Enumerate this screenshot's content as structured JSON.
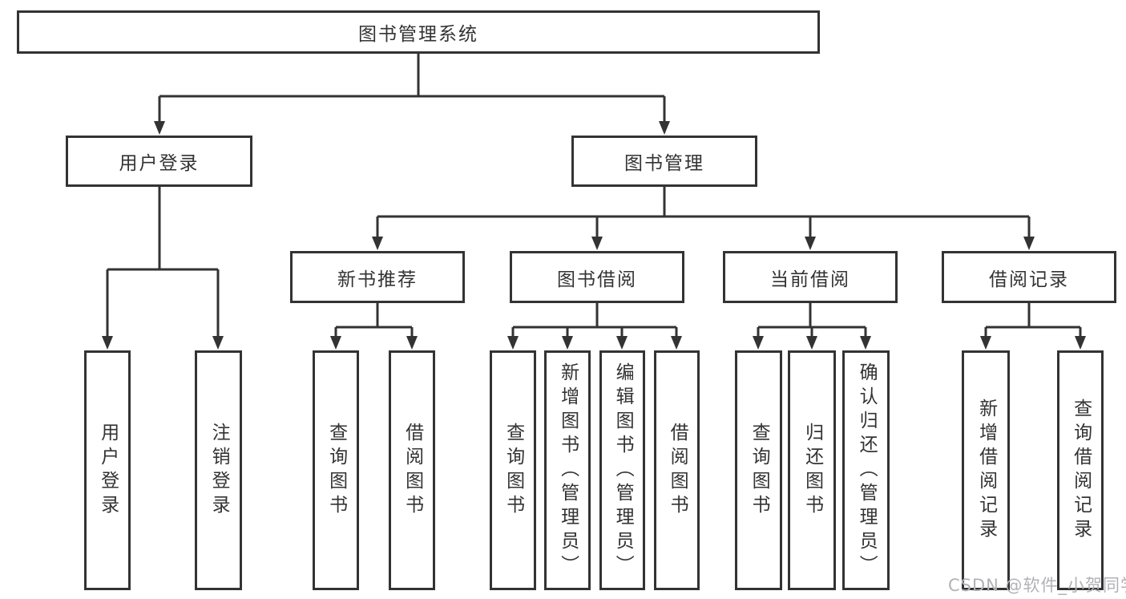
{
  "diagram": {
    "title_node": {
      "label": "图书管理系统"
    },
    "level2": [
      {
        "id": "user-login",
        "label": "用户登录"
      },
      {
        "id": "book-management",
        "label": "图书管理"
      }
    ],
    "level3": [
      {
        "id": "new-book-recommend",
        "label": "新书推荐"
      },
      {
        "id": "book-borrowing",
        "label": "图书借阅"
      },
      {
        "id": "current-borrowing",
        "label": "当前借阅"
      },
      {
        "id": "borrow-records",
        "label": "借阅记录"
      }
    ],
    "leaves": [
      {
        "parent": "user-login",
        "label": "用户登录"
      },
      {
        "parent": "user-login",
        "label": "注销登录"
      },
      {
        "parent": "new-book-recommend",
        "label": "查询图书"
      },
      {
        "parent": "new-book-recommend",
        "label": "借阅图书"
      },
      {
        "parent": "book-borrowing",
        "label": "查询图书"
      },
      {
        "parent": "book-borrowing",
        "label": "新增图书（管理员）"
      },
      {
        "parent": "book-borrowing",
        "label": "编辑图书（管理员）"
      },
      {
        "parent": "book-borrowing",
        "label": "借阅图书"
      },
      {
        "parent": "current-borrowing",
        "label": "查询图书"
      },
      {
        "parent": "current-borrowing",
        "label": "归还图书"
      },
      {
        "parent": "current-borrowing",
        "label": "确认归还（管理员）"
      },
      {
        "parent": "borrow-records",
        "label": "新增借阅记录"
      },
      {
        "parent": "borrow-records",
        "label": "查询借阅记录"
      }
    ],
    "colors": {
      "line": "#333333",
      "box_background": "#ffffff",
      "text": "#333333",
      "watermark": "#b2b2b6"
    }
  },
  "watermark": {
    "text": "CSDN @软件_小贺同学"
  }
}
